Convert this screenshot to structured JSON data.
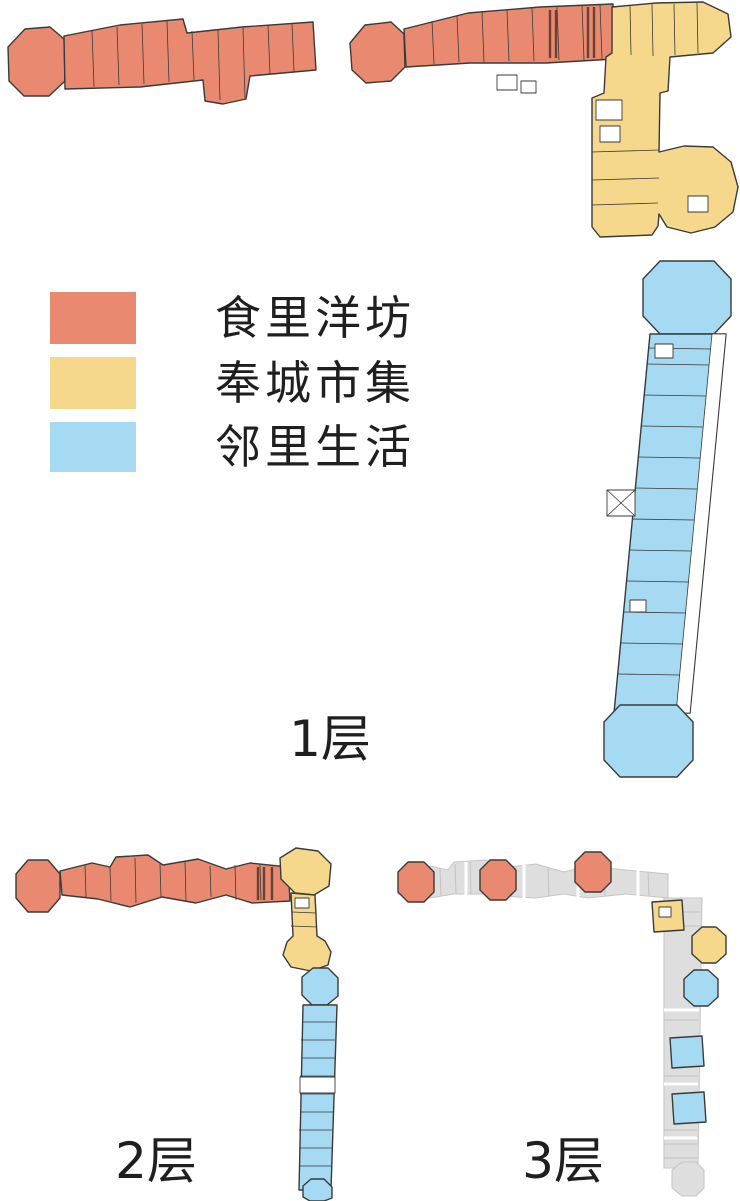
{
  "colors": {
    "food_street": "#E98A70",
    "market": "#F6D88C",
    "neighborhood": "#A6D9F2",
    "circulation": "#DEDEDE",
    "outline": "#3A3A38",
    "text": "#1F1F1F",
    "background": "#FFFFFF"
  },
  "legend": {
    "items": [
      {
        "key": "food-street",
        "label": "食里洋坊",
        "color": "#E98A70"
      },
      {
        "key": "market",
        "label": "奉城市集",
        "color": "#F6D88C"
      },
      {
        "key": "neighborhood-life",
        "label": "邻里生活",
        "color": "#A6D9F2"
      }
    ]
  },
  "floors": {
    "floor1": {
      "label": "1层"
    },
    "floor2": {
      "label": "2层"
    },
    "floor3": {
      "label": "3层"
    }
  }
}
